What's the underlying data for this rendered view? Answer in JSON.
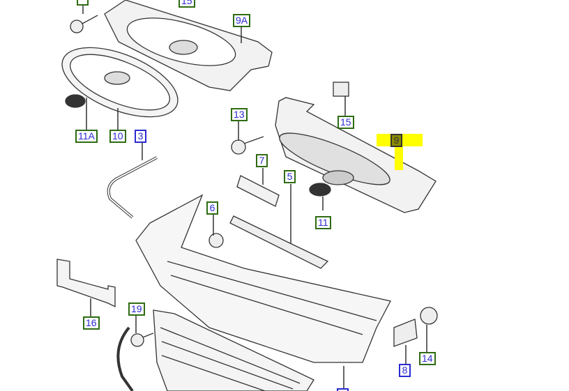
{
  "diagram": {
    "colors": {
      "callout_green": "#2e6b12",
      "callout_blue": "#2a2ad0",
      "highlight": "#ffff00"
    },
    "callouts": [
      {
        "id": "c-top-partial",
        "label": ""
      },
      {
        "id": "c-15a",
        "label": "15"
      },
      {
        "id": "c-9a",
        "label": "9A"
      },
      {
        "id": "c-11a",
        "label": "11A"
      },
      {
        "id": "c-10",
        "label": "10"
      },
      {
        "id": "c-3",
        "label": "3"
      },
      {
        "id": "c-13",
        "label": "13"
      },
      {
        "id": "c-15b",
        "label": "15"
      },
      {
        "id": "c-9",
        "label": "9"
      },
      {
        "id": "c-7",
        "label": "7"
      },
      {
        "id": "c-5",
        "label": "5"
      },
      {
        "id": "c-6",
        "label": "6"
      },
      {
        "id": "c-11",
        "label": "11"
      },
      {
        "id": "c-16",
        "label": "16"
      },
      {
        "id": "c-19",
        "label": "19"
      },
      {
        "id": "c-8",
        "label": "8"
      },
      {
        "id": "c-14",
        "label": "14"
      },
      {
        "id": "c-bottom-partial",
        "label": ""
      }
    ]
  }
}
